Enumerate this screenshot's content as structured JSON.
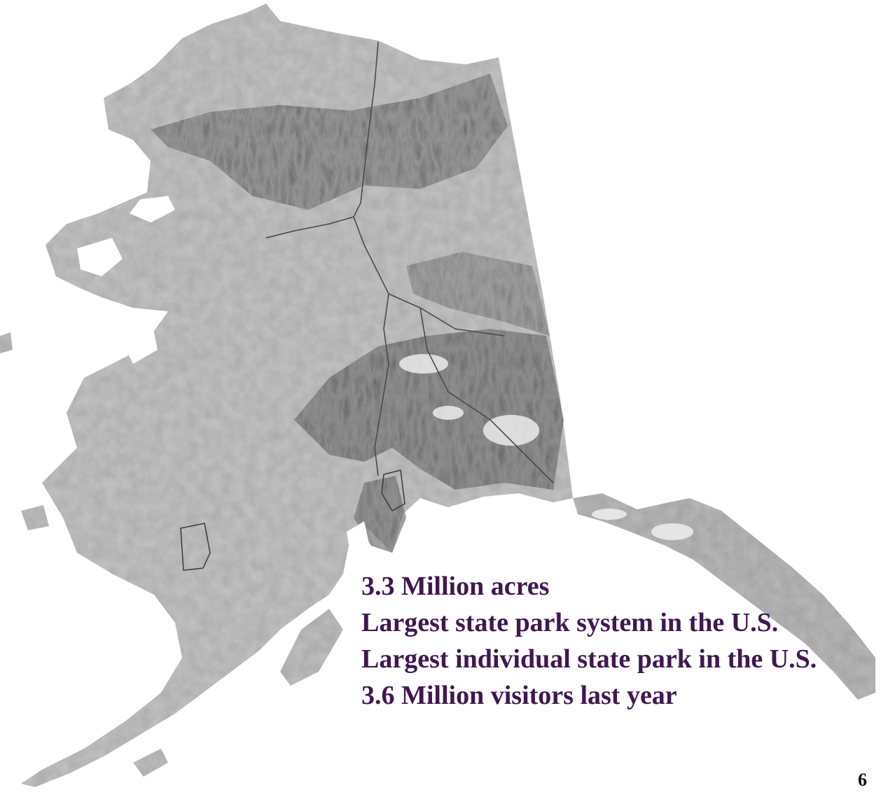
{
  "map": {
    "subject": "Alaska",
    "style": "grayscale shaded relief",
    "colors": {
      "background": "#ffffff",
      "land_light": "#cfcfcf",
      "land_mid": "#a9a9a9",
      "mountain": "#6f6f6f",
      "highway": "#4a4a4a",
      "text": "#3f1850"
    }
  },
  "facts": [
    "3.3 Million acres",
    "Largest state park system in the U.S.",
    "Largest individual state park in the U.S.",
    "3.6 Million visitors last year"
  ],
  "slide_number": "6"
}
